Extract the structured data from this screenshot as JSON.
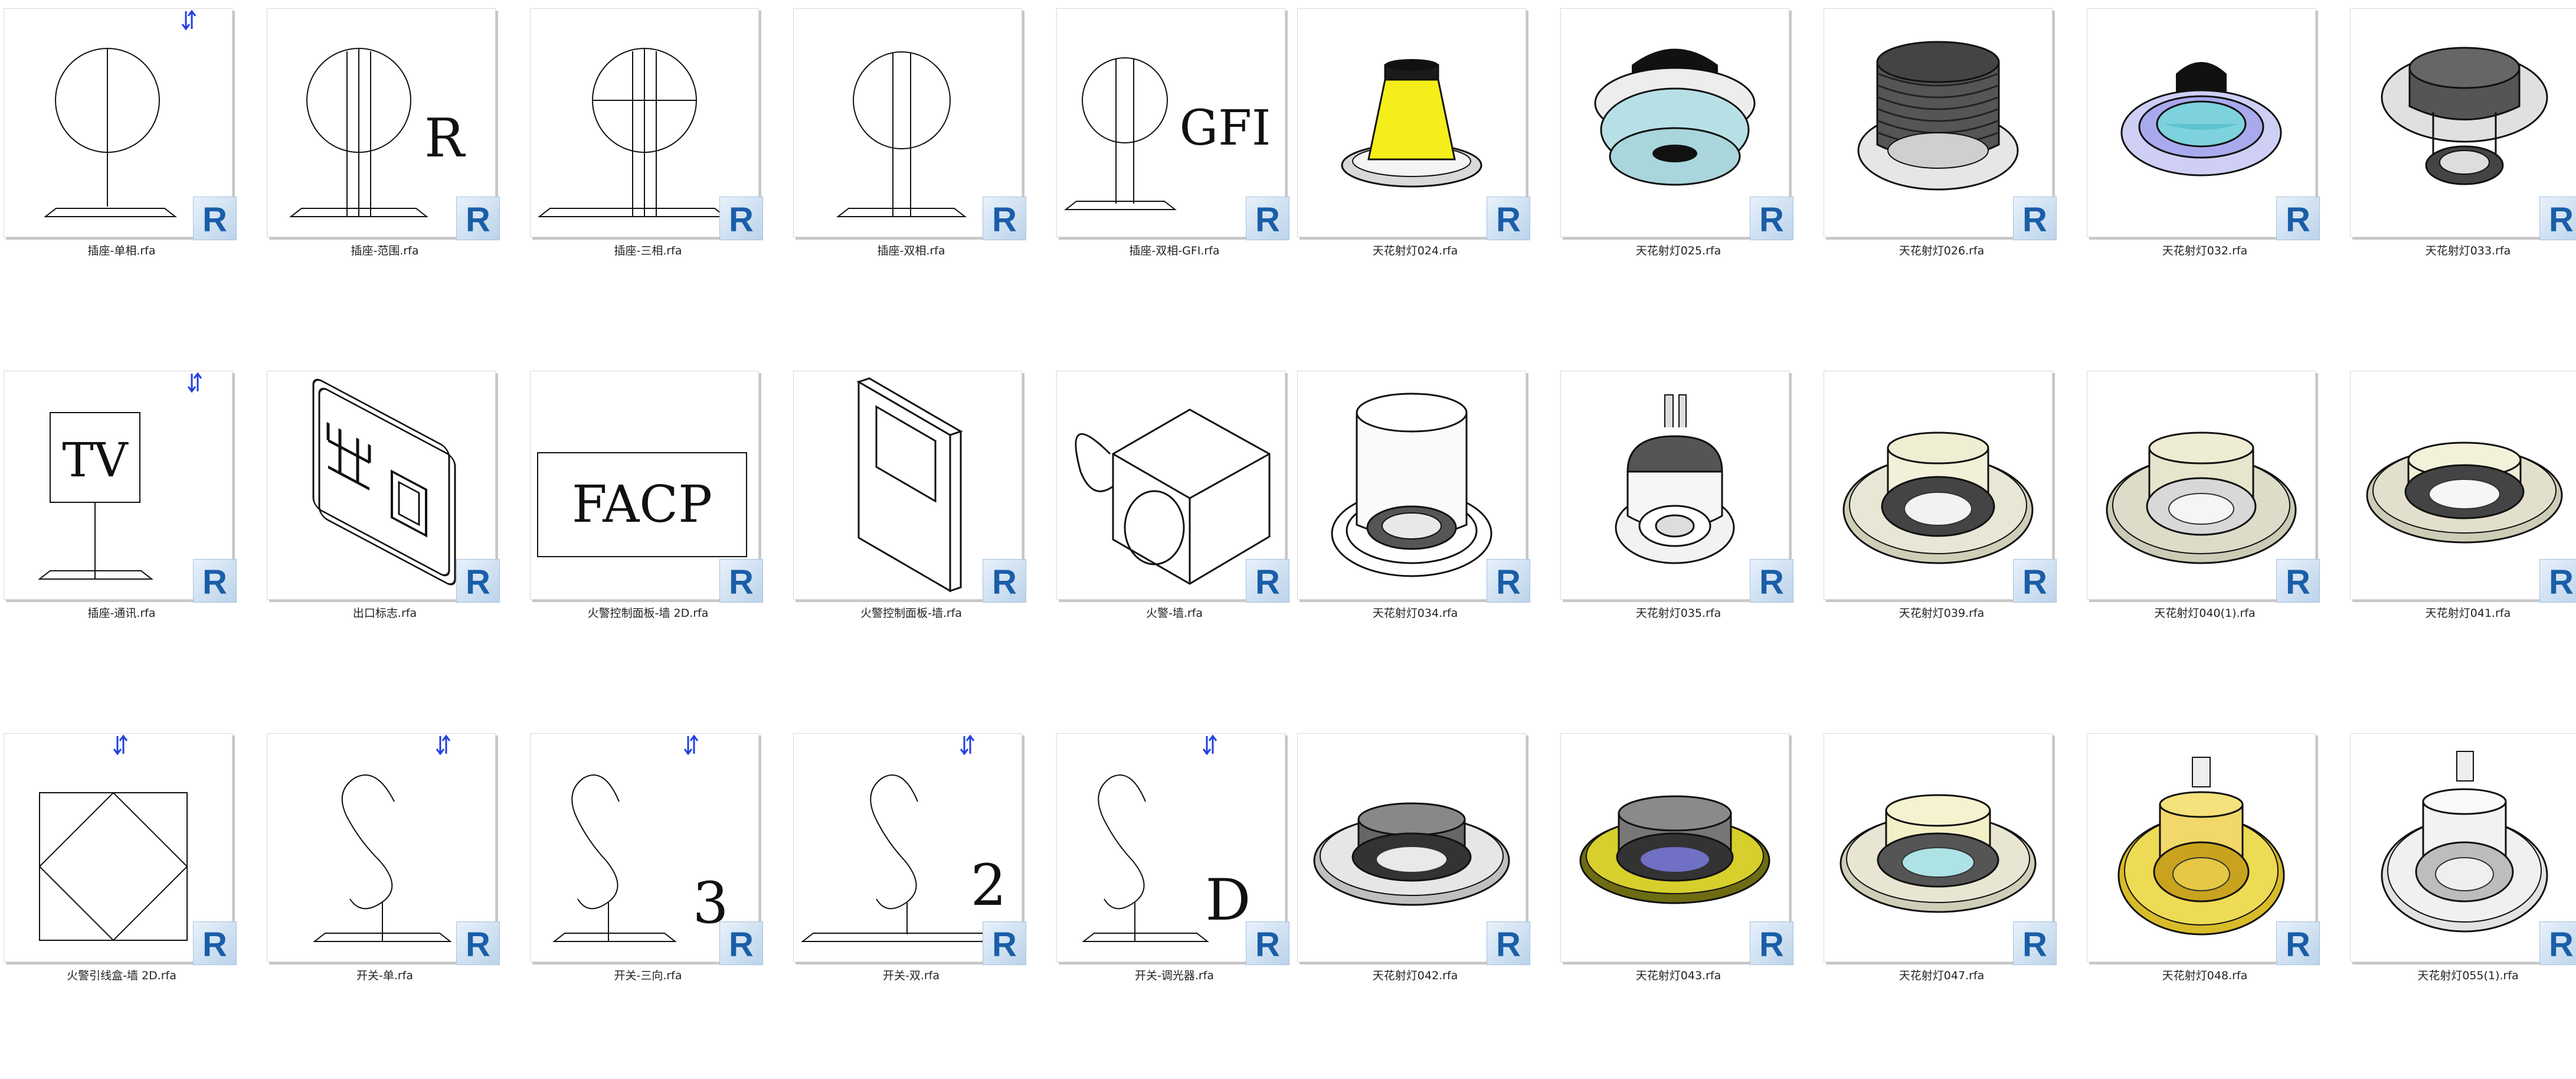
{
  "explorer": {
    "files": [
      {
        "name": "插座-单相.rfa",
        "icon": "receptacle-single-icon",
        "symbol_text": ""
      },
      {
        "name": "插座-范围.rfa",
        "icon": "receptacle-range-icon",
        "symbol_text": "R"
      },
      {
        "name": "插座-三相.rfa",
        "icon": "receptacle-three-phase-icon",
        "symbol_text": ""
      },
      {
        "name": "插座-双相.rfa",
        "icon": "receptacle-double-icon",
        "symbol_text": ""
      },
      {
        "name": "插座-双相-GFI.rfa",
        "icon": "receptacle-gfi-icon",
        "symbol_text": "GFI"
      },
      {
        "name": "天花射灯024.rfa",
        "icon": "downlight-yellow-cone-icon",
        "symbol_text": ""
      },
      {
        "name": "天花射灯025.rfa",
        "icon": "downlight-cyan-glass-icon",
        "symbol_text": ""
      },
      {
        "name": "天花射灯026.rfa",
        "icon": "downlight-ribbed-icon",
        "symbol_text": ""
      },
      {
        "name": "天花射灯032.rfa",
        "icon": "downlight-lavender-icon",
        "symbol_text": ""
      },
      {
        "name": "天花射灯033.rfa",
        "icon": "downlight-gray-gimbal-icon",
        "symbol_text": ""
      },
      {
        "name": "插座-通讯.rfa",
        "icon": "tv-outlet-icon",
        "symbol_text": "TV"
      },
      {
        "name": "出口标志.rfa",
        "icon": "exit-sign-icon",
        "symbol_text": "出口"
      },
      {
        "name": "火警控制面板-墙 2D.rfa",
        "icon": "fire-alarm-panel-2d-icon",
        "symbol_text": "FACP"
      },
      {
        "name": "火警控制面板-墙.rfa",
        "icon": "fire-alarm-panel-3d-icon",
        "symbol_text": ""
      },
      {
        "name": "火警-墙.rfa",
        "icon": "fire-alarm-bell-icon",
        "symbol_text": ""
      },
      {
        "name": "天花射灯034.rfa",
        "icon": "downlight-cylinder-icon",
        "symbol_text": ""
      },
      {
        "name": "天花射灯035.rfa",
        "icon": "downlight-small-icon",
        "symbol_text": ""
      },
      {
        "name": "天花射灯039.rfa",
        "icon": "downlight-octagon-icon",
        "symbol_text": ""
      },
      {
        "name": "天花射灯040(1).rfa",
        "icon": "downlight-octagon-2-icon",
        "symbol_text": ""
      },
      {
        "name": "天花射灯041.rfa",
        "icon": "downlight-flat-icon",
        "symbol_text": ""
      },
      {
        "name": "火警引线盒-墙 2D.rfa",
        "icon": "fire-junction-box-icon",
        "symbol_text": ""
      },
      {
        "name": "开关-单.rfa",
        "icon": "switch-single-icon",
        "symbol_text": ""
      },
      {
        "name": "开关-三向.rfa",
        "icon": "switch-three-way-icon",
        "symbol_text": "3"
      },
      {
        "name": "开关-双.rfa",
        "icon": "switch-double-icon",
        "symbol_text": "2"
      },
      {
        "name": "开关-调光器.rfa",
        "icon": "switch-dimmer-icon",
        "symbol_text": "D"
      },
      {
        "name": "天花射灯042.rfa",
        "icon": "downlight-gray-ring-icon",
        "symbol_text": ""
      },
      {
        "name": "天花射灯043.rfa",
        "icon": "downlight-olive-icon",
        "symbol_text": ""
      },
      {
        "name": "天花射灯047.rfa",
        "icon": "downlight-cream-icon",
        "symbol_text": ""
      },
      {
        "name": "天花射灯048.rfa",
        "icon": "downlight-gold-icon",
        "symbol_text": ""
      },
      {
        "name": "天花射灯055(1).rfa",
        "icon": "downlight-white-icon",
        "symbol_text": ""
      }
    ],
    "badge_letter": "R",
    "badge_icon": "revit-badge-icon",
    "flip_icon": "flip-arrows-icon",
    "colors": {
      "line": "#111111",
      "revit_blue": "#1a5ea8",
      "flip_blue": "#1f3fe0"
    }
  }
}
